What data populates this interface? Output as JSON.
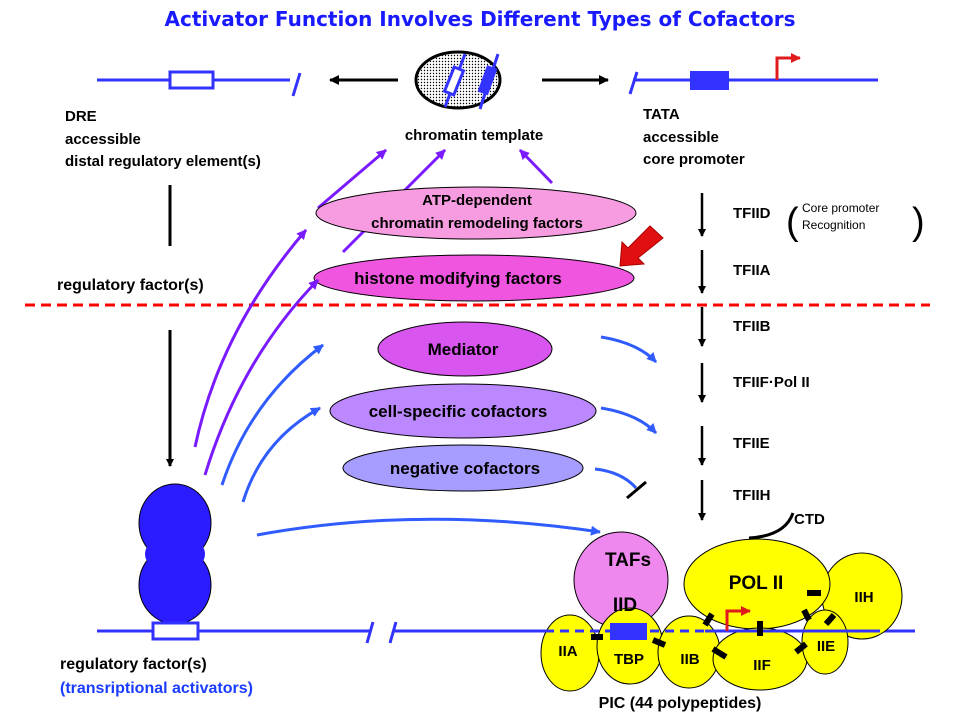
{
  "title": "Activator Function Involves Different Types of Cofactors",
  "colors": {
    "dna_blue": "#3333ff",
    "activator_blue": "#2b1bff",
    "red_dash": "#ff0000",
    "tss_red": "#e01b1b",
    "purple_arrow": "#7a1bff",
    "blue_arrow": "#2f5bff",
    "yellow": "#ffff00",
    "iid_pink": "#ee88ee"
  },
  "top_left": {
    "dre": "DRE",
    "accessible": "accessible",
    "desc": "distal regulatory element(s)"
  },
  "center_top": {
    "label": "chromatin template"
  },
  "top_right": {
    "tata": "TATA",
    "accessible": "accessible",
    "desc": "core promoter"
  },
  "left": {
    "regulatory_mid": "regulatory factor(s)",
    "regulatory_bottom": "regulatory factor(s)",
    "activators": "(transriptional activators)"
  },
  "cofactors": {
    "atp_line1": "ATP-dependent",
    "atp_line2": "chromatin remodeling factors",
    "histone": "histone modifying factors",
    "mediator": "Mediator",
    "cell_specific": "cell-specific cofactors",
    "negative": "negative cofactors"
  },
  "pathway": {
    "steps": [
      "TFIID",
      "TFIIA",
      "TFIIB",
      "TFIIF·Pol II",
      "TFIIE",
      "TFIIH"
    ],
    "tfiid_note_line1": "Core promoter",
    "tfiid_note_line2": "Recognition"
  },
  "pic": {
    "ctd": "CTD",
    "tafs": "TAFs",
    "iid": "IID",
    "pol2": "POL II",
    "iih": "IIH",
    "iia": "IIA",
    "tbp": "TBP",
    "iib": "IIB",
    "iif": "IIF",
    "iie": "IIE",
    "caption": "PIC (44 polypeptides)"
  }
}
